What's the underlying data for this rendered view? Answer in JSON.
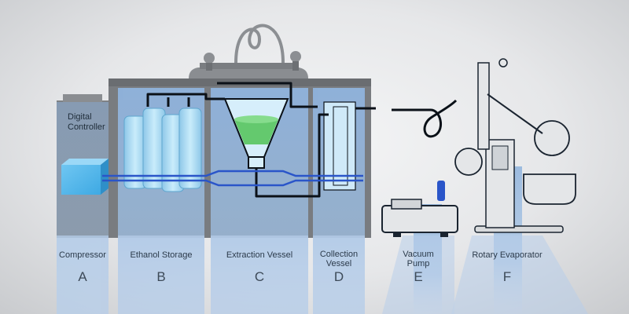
{
  "components": [
    {
      "key": "A",
      "label": "Compressor",
      "letter": "A"
    },
    {
      "key": "B",
      "label": "Ethanol Storage",
      "letter": "B"
    },
    {
      "key": "C",
      "label": "Extraction Vessel",
      "letter": "C"
    },
    {
      "key": "D",
      "label": "Collection Vessel",
      "letter": "D"
    },
    {
      "key": "E",
      "label": "Vacuum Pump",
      "letter": "E"
    },
    {
      "key": "F",
      "label": "Rotary Evaporator",
      "letter": "F"
    }
  ],
  "controller_label": "Digital Controller",
  "colors": {
    "cabinet": "#7e8185",
    "cabinet_dark": "#6c6f73",
    "highlight": "#8fb3dd",
    "tube": "#0b1118",
    "blue_pipe": "#2a55c9",
    "tank_fill": "#a8d8f2",
    "liquid": "#64c96e",
    "equipment": "#e4e6e8"
  }
}
